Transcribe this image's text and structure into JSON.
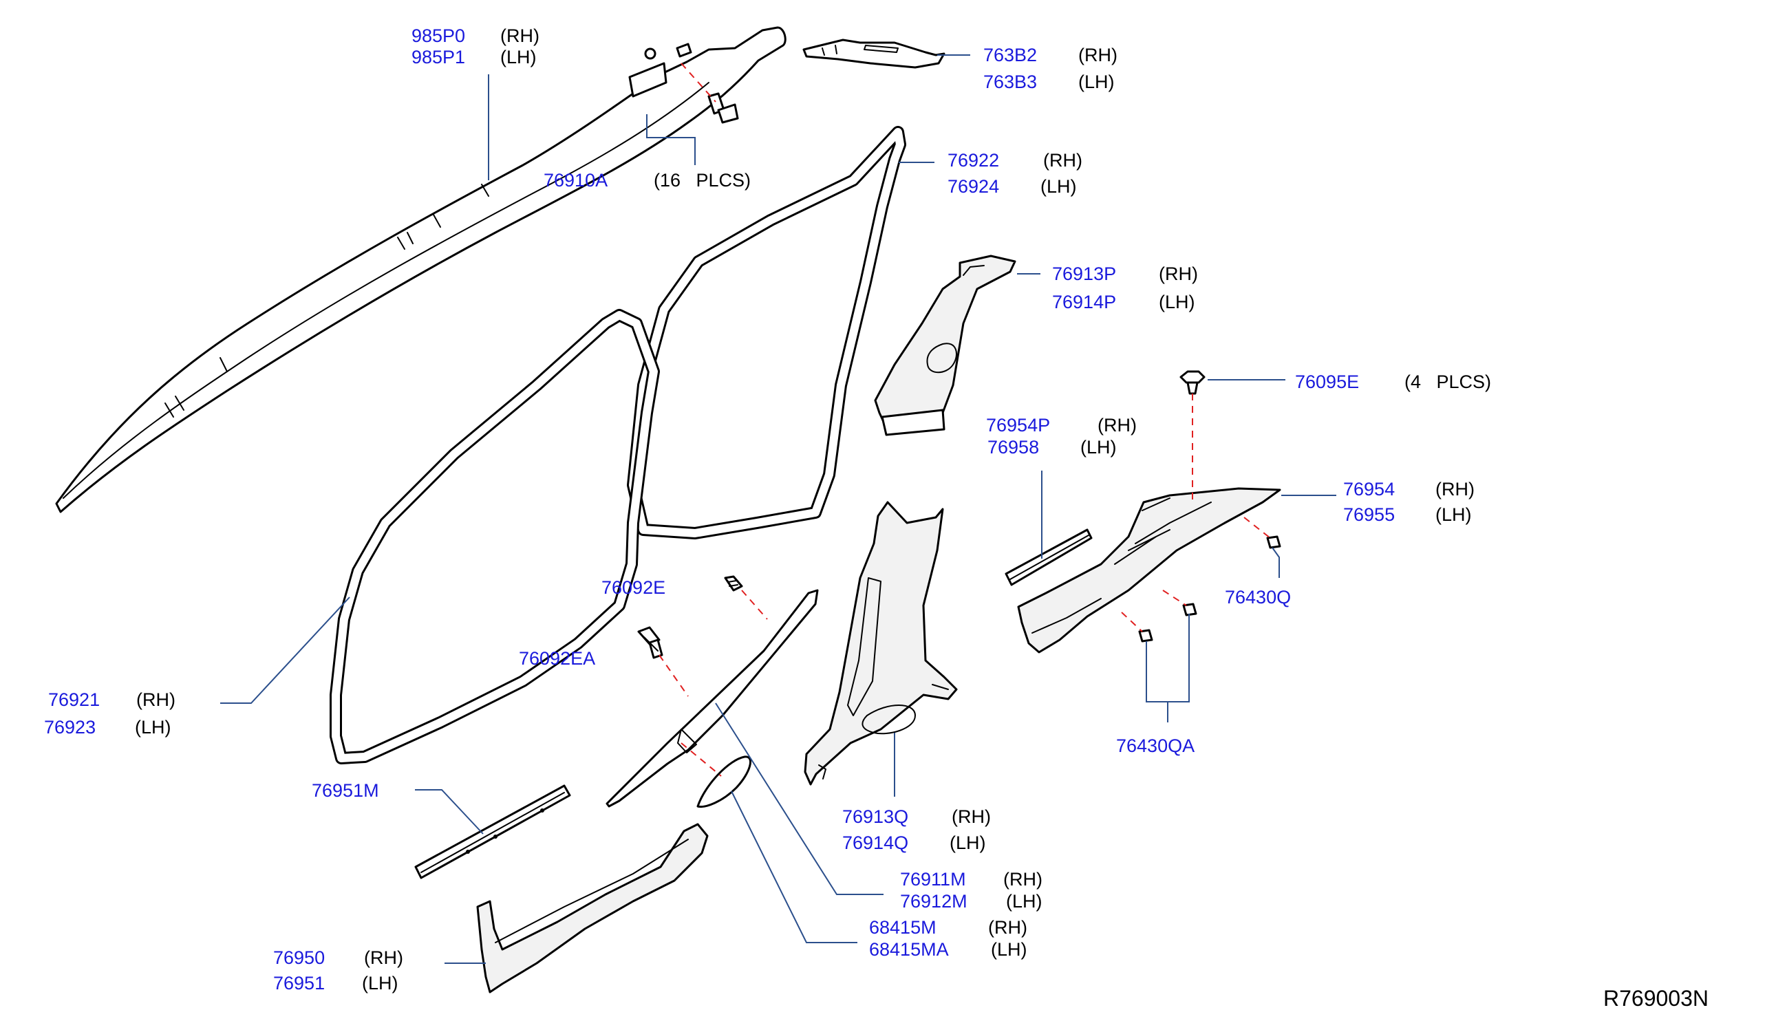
{
  "callouts": {
    "c985p": {
      "part_numbers": [
        "985P0",
        "985P1"
      ],
      "sides": [
        "(RH)",
        "(LH)"
      ]
    },
    "c763b": {
      "part_numbers": [
        "763B2",
        "763B3"
      ],
      "sides": [
        "(RH)",
        "(LH)"
      ]
    },
    "c76910a": {
      "part_numbers": [
        "76910A"
      ],
      "sides": [
        "(16   PLCS)"
      ]
    },
    "c76922": {
      "part_numbers": [
        "76922",
        "76924"
      ],
      "sides": [
        "(RH)",
        "(LH)"
      ]
    },
    "c76913p": {
      "part_numbers": [
        "76913P",
        "76914P"
      ],
      "sides": [
        "(RH)",
        "(LH)"
      ]
    },
    "c76095e": {
      "part_numbers": [
        "76095E"
      ],
      "sides": [
        "(4   PLCS)"
      ]
    },
    "c76954p": {
      "part_numbers": [
        "76954P",
        "76958"
      ],
      "sides": [
        "(RH)",
        "(LH)"
      ]
    },
    "c76954": {
      "part_numbers": [
        "76954",
        "76955"
      ],
      "sides": [
        "(RH)",
        "(LH)"
      ]
    },
    "c76430q": {
      "part_numbers": [
        "76430Q"
      ]
    },
    "c76092e": {
      "part_numbers": [
        "76092E"
      ]
    },
    "c76092ea": {
      "part_numbers": [
        "76092EA"
      ]
    },
    "c76921": {
      "part_numbers": [
        "76921",
        "76923"
      ],
      "sides": [
        "(RH)",
        "(LH)"
      ]
    },
    "c76430qa": {
      "part_numbers": [
        "76430QA"
      ]
    },
    "c76951m": {
      "part_numbers": [
        "76951M"
      ]
    },
    "c76913q": {
      "part_numbers": [
        "76913Q",
        "76914Q"
      ],
      "sides": [
        "(RH)",
        "(LH)"
      ]
    },
    "c76911m": {
      "part_numbers": [
        "76911M",
        "76912M"
      ],
      "sides": [
        "(RH)",
        "(LH)"
      ]
    },
    "c68415m": {
      "part_numbers": [
        "68415M",
        "68415MA"
      ],
      "sides": [
        "(RH)",
        "(LH)"
      ]
    },
    "c76950": {
      "part_numbers": [
        "76950",
        "76951"
      ],
      "sides": [
        "(RH)",
        "(LH)"
      ]
    }
  },
  "diagram_ref": "R769003N",
  "colors": {
    "part_number": "#1a1adc",
    "side_label": "#000000",
    "leader_line": "#2b4f8c",
    "fastener_dash": "#e02020"
  }
}
